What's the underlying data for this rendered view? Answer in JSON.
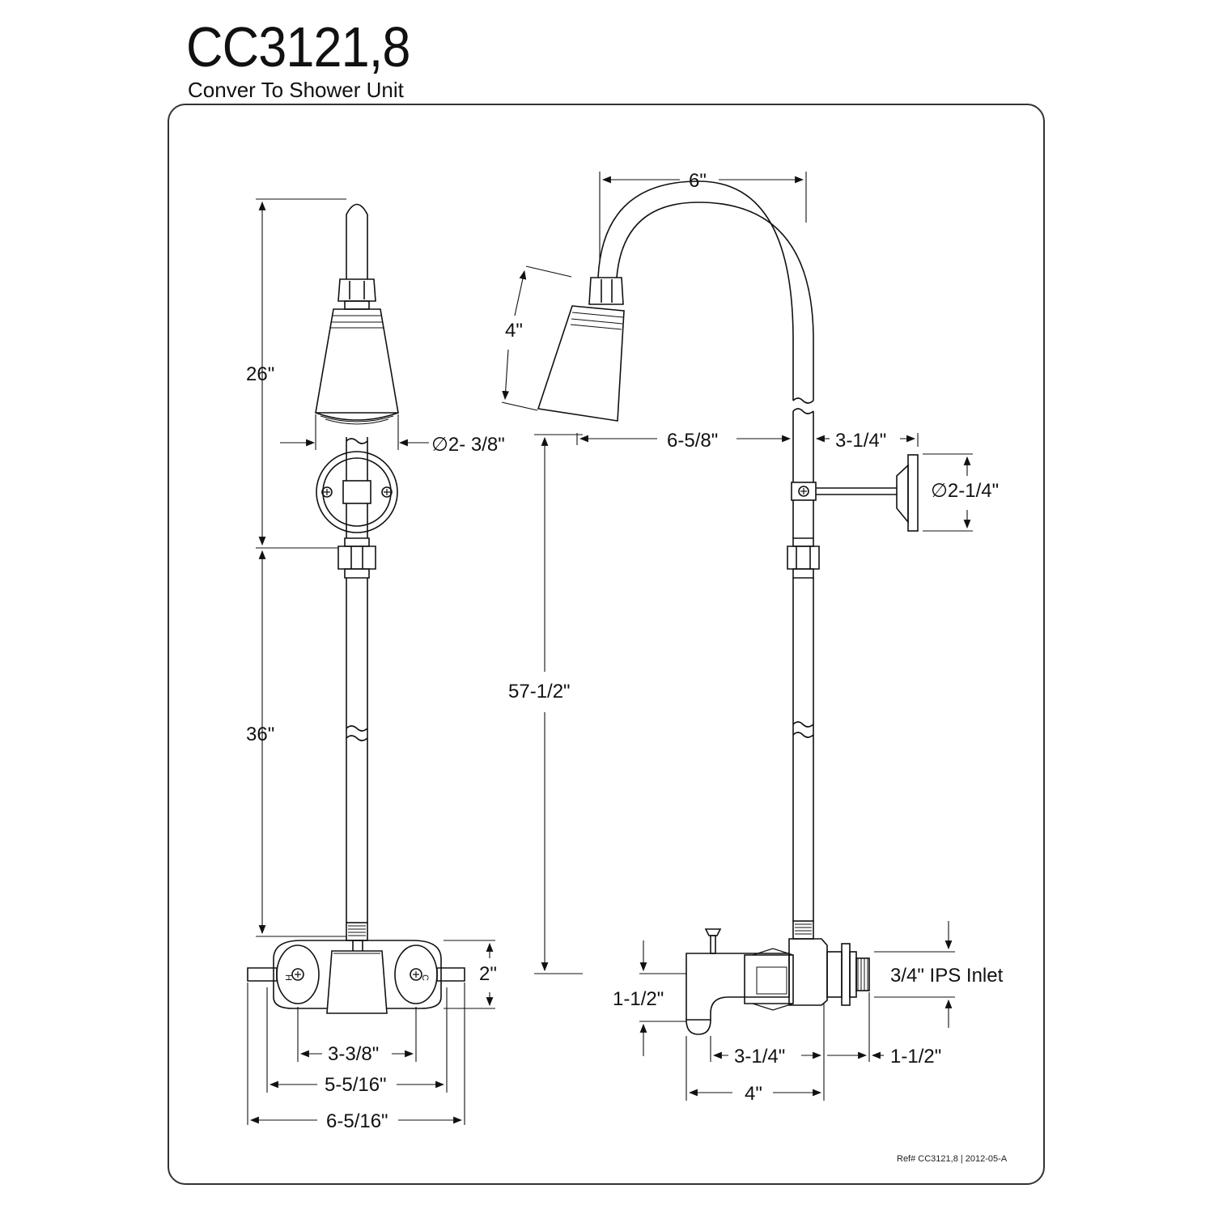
{
  "header": {
    "model": "CC3121,8",
    "subtitle": "Conver To Shower Unit"
  },
  "dimensions": {
    "overall_top_height": "26\"",
    "riser_height": "36\"",
    "showerhead_diameter": "∅2- 3/8\"",
    "faucet_height": "2\"",
    "handle_centers": "3-3/8\"",
    "body_width": "5-5/16\"",
    "overall_width": "6-5/16\"",
    "arm_reach": "6\"",
    "head_length": "4\"",
    "head_offset": "6-5/8\"",
    "bracket_offset": "3-1/4\"",
    "flange_diameter": "∅2-1/4\"",
    "total_height": "57-1/2\"",
    "spout_drop": "1-1/2\"",
    "inlet_spacing": "3/4\" IPS Inlet",
    "spout_reach": "3-1/4\"",
    "inlet_length": "1-1/2\"",
    "spout_depth": "4\""
  },
  "handle_marks": {
    "hot": "H",
    "cold": "C"
  },
  "footer": {
    "ref": "Ref# CC3121,8 | 2012-05-A"
  }
}
